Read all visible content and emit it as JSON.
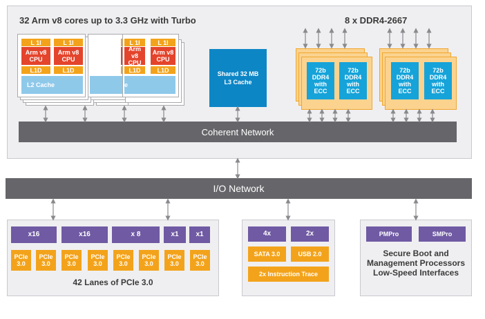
{
  "top": {
    "cores_title": "32 Arm v8 cores up to 3.3 GHz with Turbo",
    "memory_title": "8 x DDR4-2667",
    "l1i": "L 1I",
    "cpu_line1": "Arm v8",
    "cpu_line2": "CPU",
    "l1d": "L1D",
    "l2": "L2 Cache",
    "l3_line1": "Shared 32 MB",
    "l3_line2": "L3 Cache",
    "ddr": [
      "72b",
      "DDR4",
      "with",
      "ECC"
    ],
    "coherent_network": "Coherent Network"
  },
  "io_network": "I/O Network",
  "pcie": {
    "widths": [
      "x16",
      "x16",
      "x 8",
      "x1",
      "x1"
    ],
    "slot_line1": "PCIe",
    "slot_line2": "3.0",
    "caption": "42 Lanes of PCIe 3.0"
  },
  "io": {
    "sata_count": "4x",
    "usb_count": "2x",
    "sata": "SATA 3.0",
    "usb": "USB 2.0",
    "trace": "2x Instruction Trace"
  },
  "mgmt": {
    "pmpro": "PMPro",
    "smpro": "SMPro",
    "caption_line1": "Secure Boot and",
    "caption_line2": "Management Processors",
    "caption_line3": "Low-Speed Interfaces"
  },
  "colors": {
    "panel": "#efeff1",
    "network": "#65656a",
    "l1": "#f3a31b",
    "cpu": "#e4442c",
    "l2": "#8fc9ea",
    "l3": "#0d86c6",
    "ddr": "#16a3d9",
    "ddr_frame": "#fbd38f",
    "purple": "#6f5aa3",
    "orange": "#f3a31b"
  }
}
